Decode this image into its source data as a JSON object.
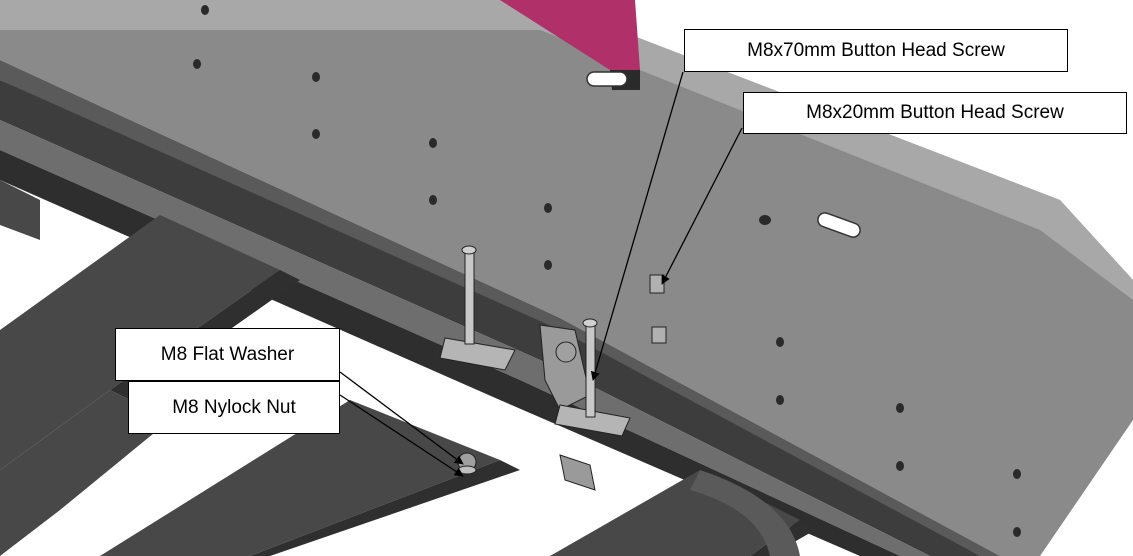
{
  "callouts": {
    "m8x70": "M8x70mm Button Head Screw",
    "m8x20": "M8x20mm Button Head Screw",
    "washer": "M8 Flat Washer",
    "nut": "M8 Nylock Nut"
  },
  "colors": {
    "panel": "#8f8f8f",
    "panel_light": "#a3a3a3",
    "rail_dark": "#3a3a3a",
    "slat": "#4a4a4a",
    "accent": "#b0306a"
  }
}
